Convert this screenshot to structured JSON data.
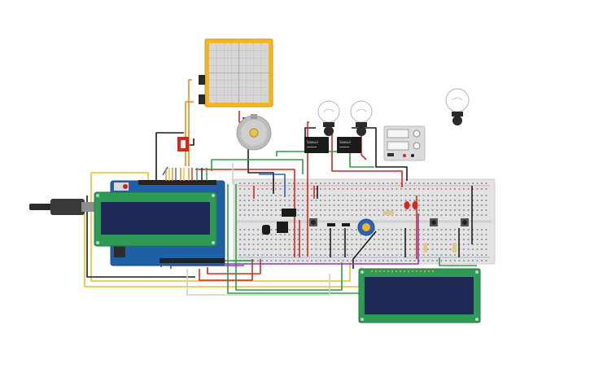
{
  "background": "#ffffff",
  "colors": {
    "breadboard": "#e3e3e3",
    "arduino": "#1f5fa6",
    "lcd_pcb": "#2f9a55",
    "lcd_screen": "#1e2a55",
    "oscilloscope_frame": "#f2b526",
    "oscilloscope_screen": "#d6d6d6",
    "relay": "#1b1b1b",
    "motor": "#bdbdbd",
    "power_supply": "#dcdcdc",
    "wire_red": "#d7261e",
    "wire_black": "#1b1b1b",
    "wire_green": "#2a9d3f",
    "wire_yellow": "#e6c229",
    "wire_orange": "#ef8a1c",
    "wire_purple": "#8e3bb8",
    "wire_blue": "#2b63b6",
    "wire_white": "#cfcfcf"
  },
  "components": {
    "arduino": {
      "icon": "arduino-uno-board"
    },
    "lcd_shield": {
      "icon": "lcd-16x2-display"
    },
    "lcd_breadboard": {
      "icon": "lcd-16x2-display"
    },
    "oscilloscope": {
      "icon": "oscilloscope"
    },
    "dc_motor": {
      "icon": "dc-motor"
    },
    "relays": {
      "icon": "relay",
      "count": 2
    },
    "bulbs": {
      "icon": "light-bulb",
      "count": 3
    },
    "power_supply": {
      "icon": "power-supply"
    },
    "potentiometer": {
      "icon": "potentiometer"
    },
    "leds": {
      "icon": "red-led",
      "count": 2
    },
    "pushbuttons": {
      "icon": "pushbutton",
      "count": 4
    },
    "resistors": {
      "icon": "resistor",
      "count": 3
    },
    "slide_switch": {
      "icon": "slide-switch"
    },
    "usb_plug": {
      "icon": "usb-cable-plug"
    }
  }
}
